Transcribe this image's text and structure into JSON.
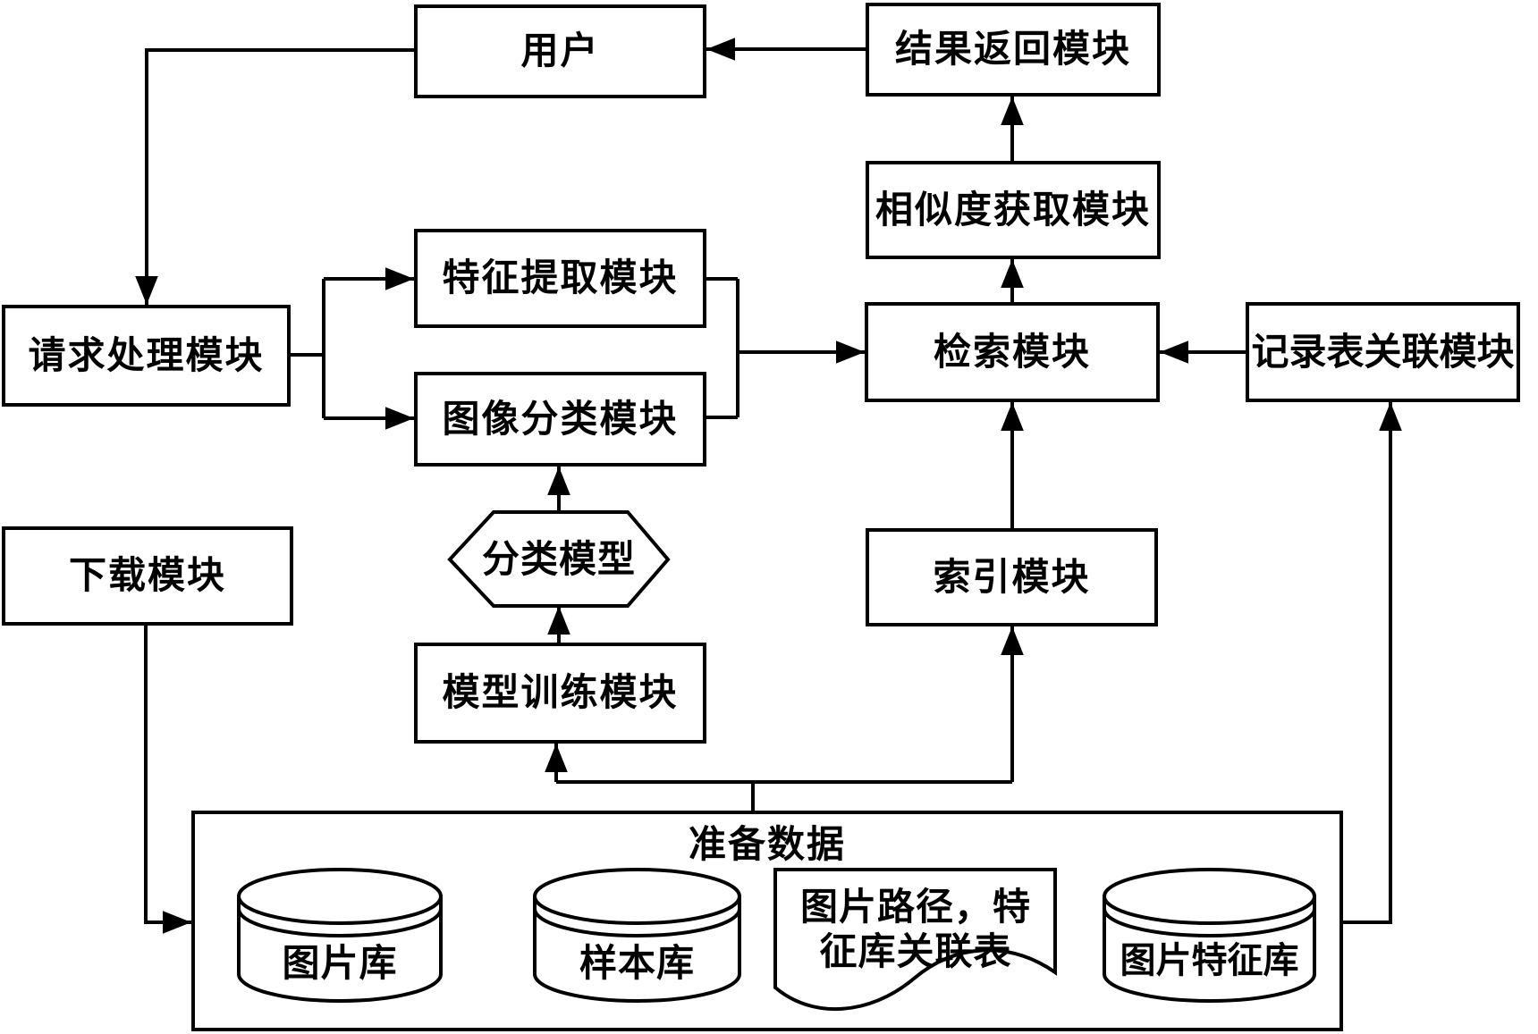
{
  "diagram": {
    "nodes": {
      "user": "用户",
      "result_return": "结果返回模块",
      "similarity_fetch": "相似度获取模块",
      "request_processing": "请求处理模块",
      "feature_extraction": "特征提取模块",
      "image_classification": "图像分类模块",
      "retrieval": "检索模块",
      "record_table_link": "记录表关联模块",
      "download": "下载模块",
      "index": "索引模块",
      "model_training": "模型训练模块",
      "classification_model": "分类模型",
      "prepare_data": "准备数据",
      "image_library": "图片库",
      "sample_library": "样本库",
      "path_feature_link_table": "图片路径，特征库关联表",
      "image_feature_library": "图片特征库"
    },
    "edges": [
      {
        "from": "result_return",
        "to": "user"
      },
      {
        "from": "similarity_fetch",
        "to": "result_return"
      },
      {
        "from": "retrieval",
        "to": "similarity_fetch"
      },
      {
        "from": "user",
        "to": "request_processing"
      },
      {
        "from": "request_processing",
        "to": "feature_extraction"
      },
      {
        "from": "request_processing",
        "to": "image_classification"
      },
      {
        "from": "feature_extraction",
        "to": "retrieval"
      },
      {
        "from": "image_classification",
        "to": "retrieval"
      },
      {
        "from": "record_table_link",
        "to": "retrieval"
      },
      {
        "from": "index",
        "to": "retrieval"
      },
      {
        "from": "classification_model",
        "to": "image_classification"
      },
      {
        "from": "model_training",
        "to": "classification_model"
      },
      {
        "from": "prepare_data",
        "to": "model_training"
      },
      {
        "from": "prepare_data",
        "to": "index"
      },
      {
        "from": "prepare_data",
        "to": "record_table_link"
      },
      {
        "from": "download",
        "to": "prepare_data"
      }
    ],
    "colors": {
      "line": "#000000",
      "fill": "#ffffff"
    }
  }
}
